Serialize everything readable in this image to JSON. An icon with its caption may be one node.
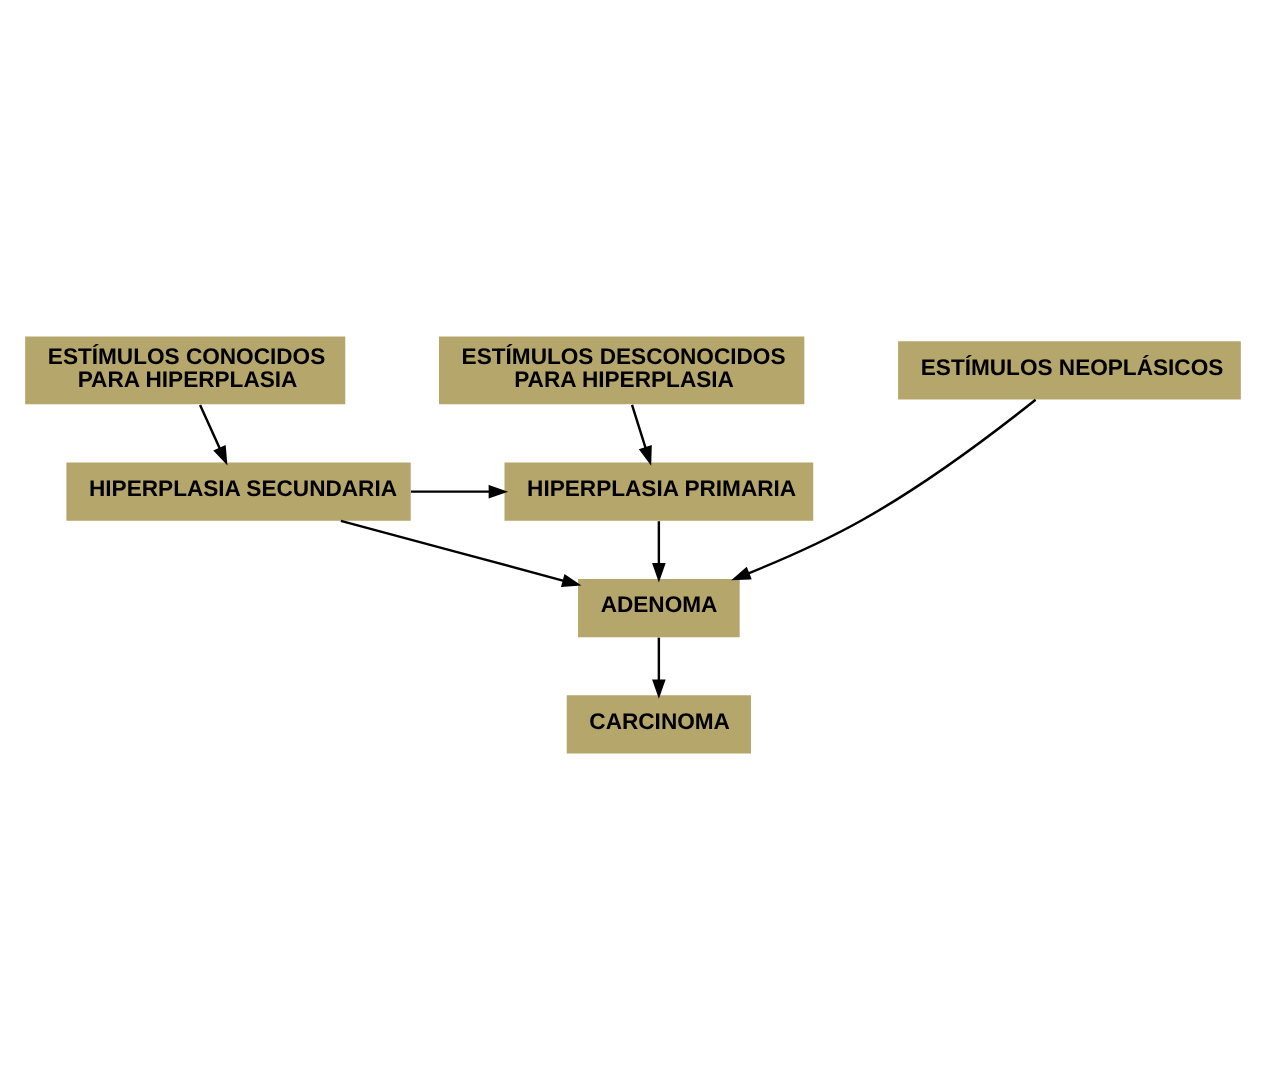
{
  "diagram": {
    "nodes": [
      {
        "text": [
          "ESTÍMULOS DESCONOCIDOS PARA HIPERPLASIA"
        ]
      },
      {
        "text": [
          "ESTÍMULOS CONOCIDOS PARA HIPERPLASIA"
        ]
      },
      {
        "text": [
          "HIPERPLASIA PRIMARIA"
        ]
      },
      {
        "text": [
          "HIPERPLASIA SECUNDARIA"
        ]
      },
      {
        "text": [
          "ESTÍMULOS NEOPLÁSICOS"
        ]
      },
      {
        "text": [
          "ADENOMA"
        ]
      },
      {
        "text": [
          "CARCINOMA"
        ]
      }
    ],
    "edges": [
      {
        "from": 0,
        "to": 2,
        "arrow": "to"
      },
      {
        "from": 1,
        "to": 3,
        "arrow": "to"
      },
      {
        "from": 3,
        "to": 2,
        "arrow": "to"
      },
      {
        "from": 2,
        "to": 5,
        "arrow": "to"
      },
      {
        "from": 4,
        "to": 5,
        "arrow": "to"
      },
      {
        "from": 3,
        "to": 5,
        "arrow": "to"
      },
      {
        "from": 5,
        "to": 6,
        "arrow": "to"
      }
    ]
  }
}
